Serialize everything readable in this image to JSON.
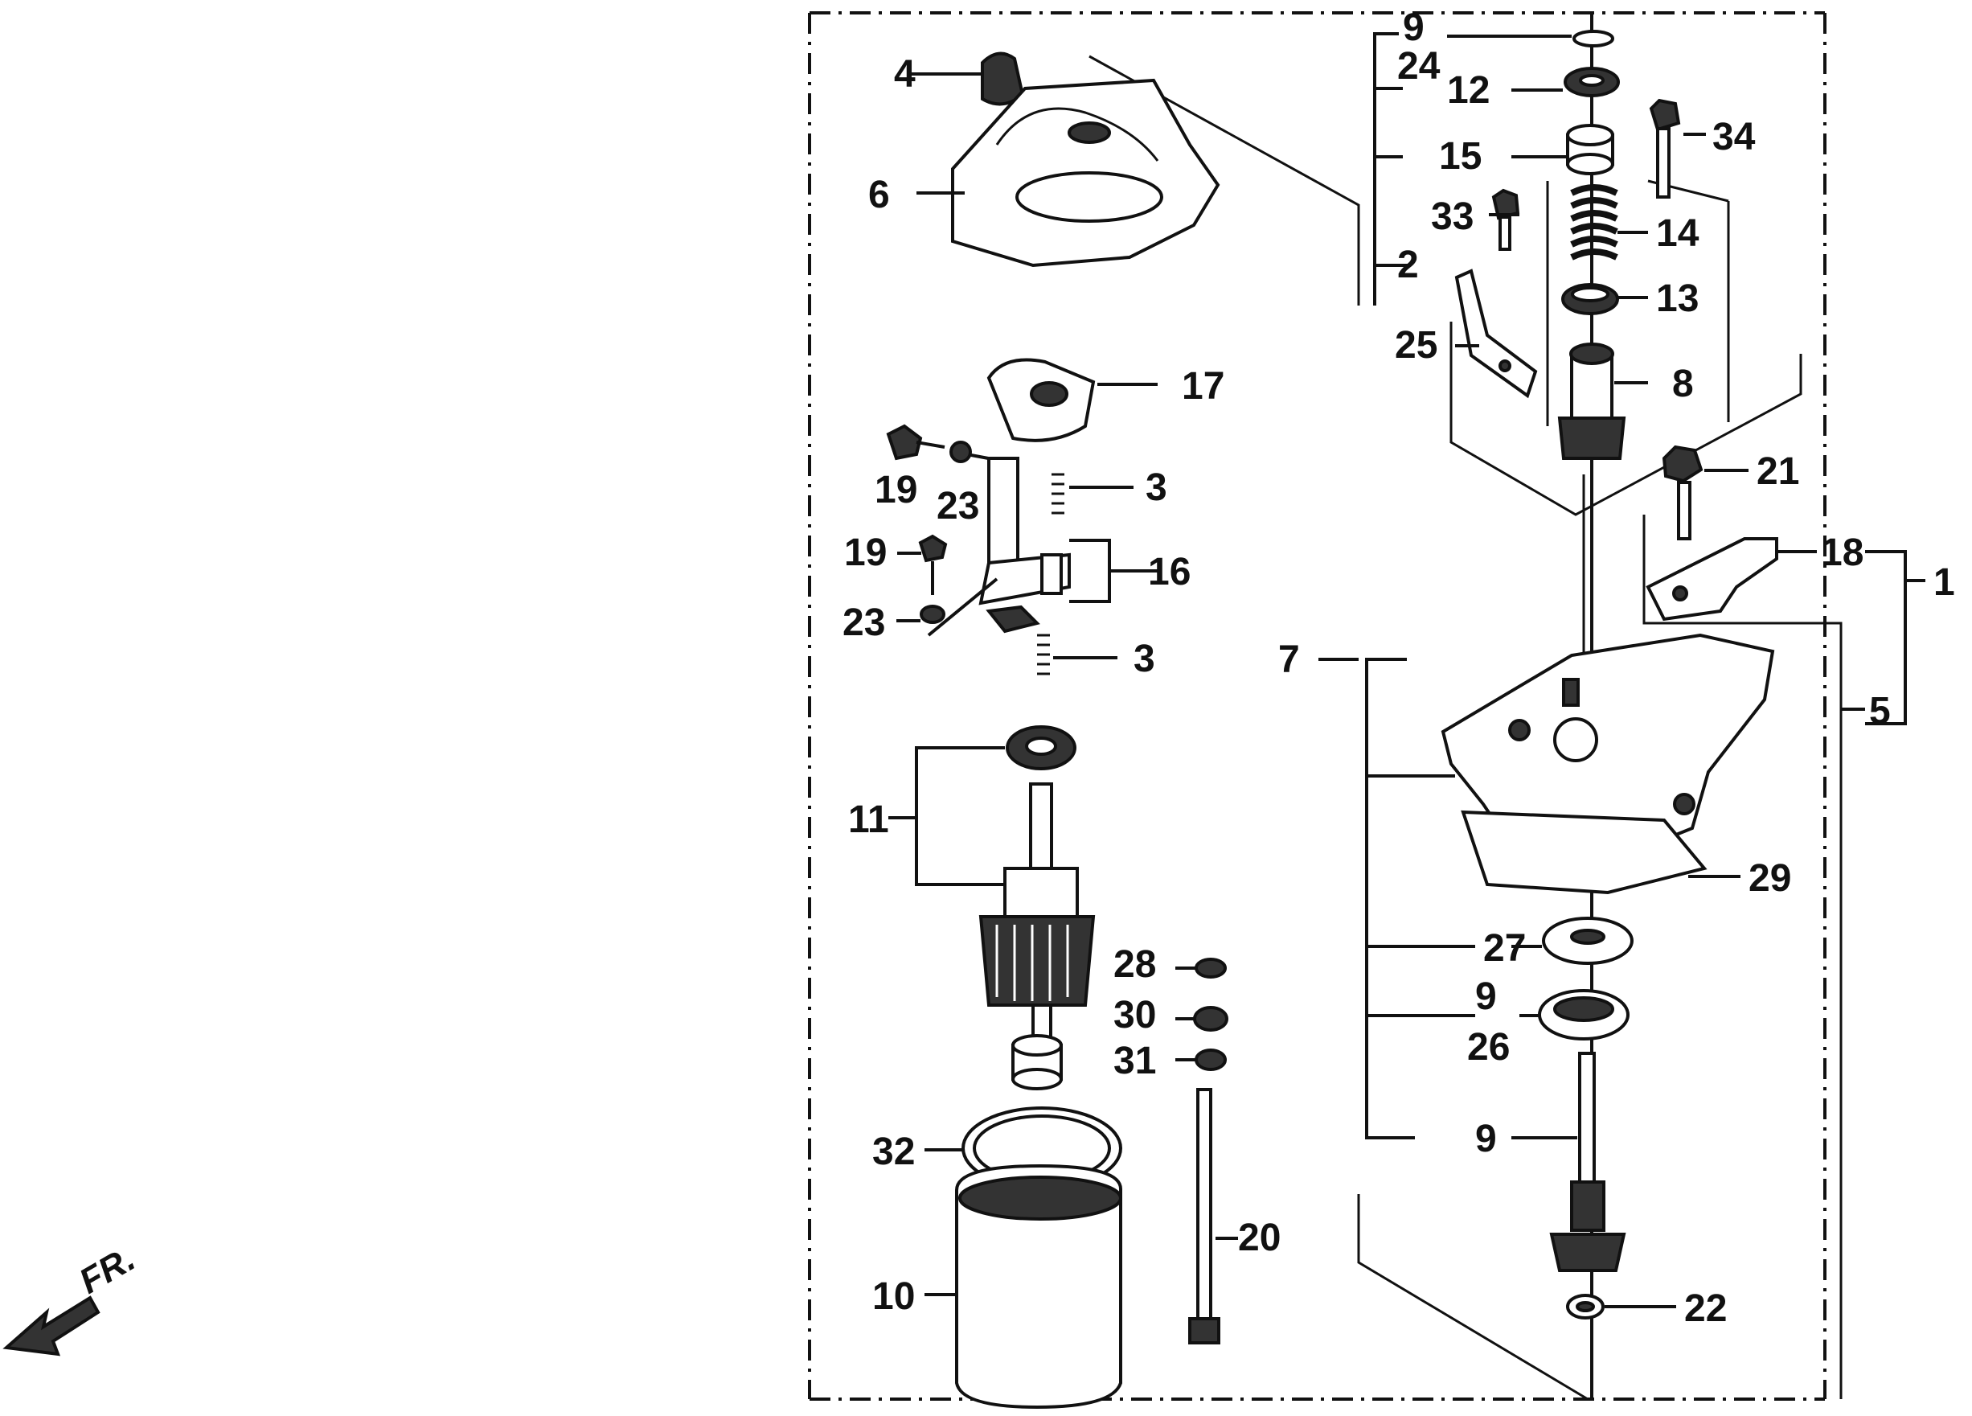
{
  "diagram": {
    "title": "Starter motor exploded parts diagram",
    "direction_label": "FR.",
    "labels": {
      "p1": "1",
      "p2": "2",
      "p3a": "3",
      "p3b": "3",
      "p4": "4",
      "p5": "5",
      "p6": "6",
      "p7": "7",
      "p8": "8",
      "p9a": "9",
      "p9b": "9",
      "p9c": "9",
      "p10": "10",
      "p11": "11",
      "p12": "12",
      "p13": "13",
      "p14": "14",
      "p15": "15",
      "p16": "16",
      "p17": "17",
      "p18": "18",
      "p19a": "19",
      "p19b": "19",
      "p20": "20",
      "p21": "21",
      "p22": "22",
      "p23a": "23",
      "p23b": "23",
      "p24": "24",
      "p25": "25",
      "p26": "26",
      "p27": "27",
      "p28": "28",
      "p29": "29",
      "p30": "30",
      "p31": "31",
      "p32": "32",
      "p33": "33",
      "p34": "34"
    }
  }
}
